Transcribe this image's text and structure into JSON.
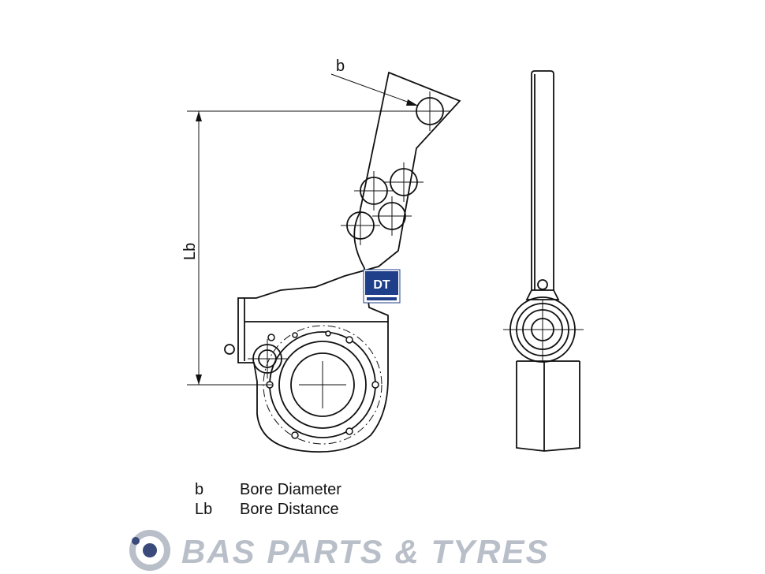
{
  "diagram": {
    "dim_bore_label": "b",
    "dim_distance_label": "Lb"
  },
  "legend": [
    {
      "symbol": "b",
      "description": "Bore Diameter"
    },
    {
      "symbol": "Lb",
      "description": "Bore Distance"
    }
  ],
  "watermark": {
    "text": "BAS PARTS & TYRES",
    "colors": {
      "dark": "#3a4a7a",
      "light": "#b9bfc9"
    }
  },
  "logo": {
    "text": "DT",
    "color": "#1f3f8a"
  }
}
